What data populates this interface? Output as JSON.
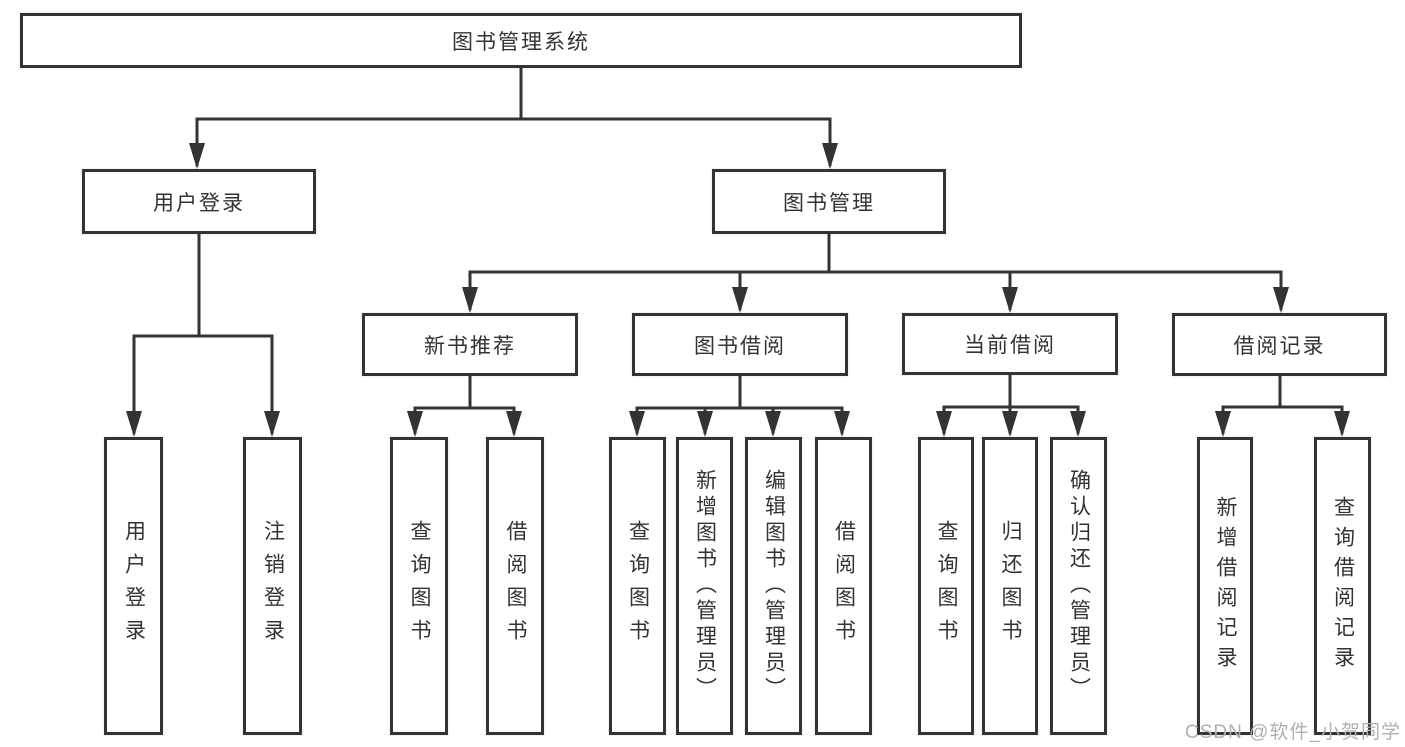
{
  "diagram": {
    "root": {
      "label": "图书管理系统"
    },
    "branches": [
      {
        "label": "用户登录",
        "children": [
          {
            "label": "用户登录"
          },
          {
            "label": "注销登录"
          }
        ]
      },
      {
        "label": "图书管理",
        "children": [
          {
            "label": "新书推荐",
            "children": [
              {
                "label": "查询图书"
              },
              {
                "label": "借阅图书"
              }
            ]
          },
          {
            "label": "图书借阅",
            "children": [
              {
                "label": "查询图书"
              },
              {
                "label": "新增图书（管理员）"
              },
              {
                "label": "编辑图书（管理员）"
              },
              {
                "label": "借阅图书"
              }
            ]
          },
          {
            "label": "当前借阅",
            "children": [
              {
                "label": "查询图书"
              },
              {
                "label": "归还图书"
              },
              {
                "label": "确认归还（管理员）"
              }
            ]
          },
          {
            "label": "借阅记录",
            "children": [
              {
                "label": "新增借阅记录"
              },
              {
                "label": "查询借阅记录"
              }
            ]
          }
        ]
      }
    ]
  },
  "watermark": {
    "text": "CSDN @软件_小贺同学"
  },
  "colors": {
    "line": "#333333",
    "box_border": "#333333",
    "text": "#333333",
    "watermark": "#b0b0b0",
    "background": "#ffffff"
  }
}
